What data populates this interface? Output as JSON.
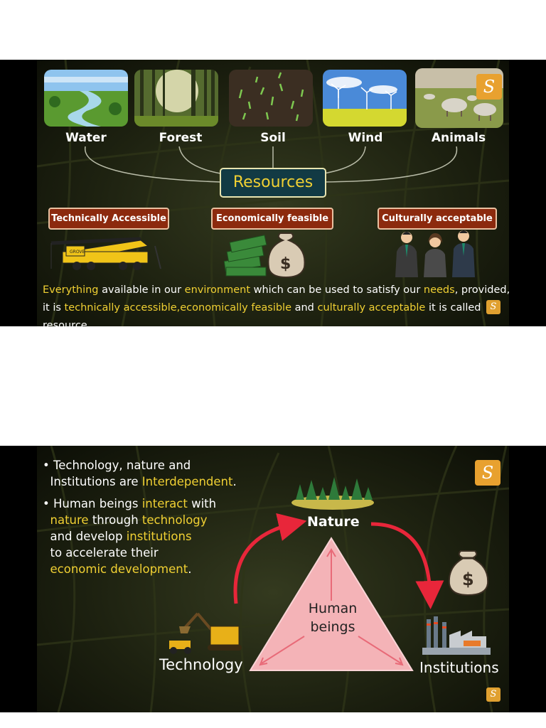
{
  "slide1": {
    "resources": [
      {
        "label": "Water",
        "icon": "river-photo"
      },
      {
        "label": "Forest",
        "icon": "forest-photo"
      },
      {
        "label": "Soil",
        "icon": "soil-photo"
      },
      {
        "label": "Wind",
        "icon": "wind-turbine-photo"
      },
      {
        "label": "Animals",
        "icon": "sheep-photo"
      }
    ],
    "center_label": "Resources",
    "criteria": [
      {
        "label": "Technically Accessible",
        "icon": "crane-icon"
      },
      {
        "label": "Economically feasible",
        "icon": "money-icon"
      },
      {
        "label": "Culturally acceptable",
        "icon": "people-icon"
      }
    ],
    "crane_text": "GROVE",
    "dollar_sign": "$",
    "description": {
      "line1": [
        {
          "text": "Everything",
          "hl": true
        },
        {
          "text": " available in our ",
          "hl": false
        },
        {
          "text": "environment",
          "hl": true
        },
        {
          "text": " which can be used to satisfy our ",
          "hl": false
        },
        {
          "text": "needs",
          "hl": true
        },
        {
          "text": ", provided,",
          "hl": false
        }
      ],
      "line2": [
        {
          "text": "it is ",
          "hl": false
        },
        {
          "text": "technically accessible,",
          "hl": true
        },
        {
          "text": "economically feasible",
          "hl": true
        },
        {
          "text": " and ",
          "hl": false
        },
        {
          "text": "culturally acceptable",
          "hl": true
        },
        {
          "text": " it is called resource.",
          "hl": false
        }
      ]
    },
    "logo_letter": "S"
  },
  "slide2": {
    "bullet1": [
      {
        "text": "• Technology, nature and",
        "hl": false
      },
      {
        "text": "\n  Institutions are ",
        "hl": false
      },
      {
        "text": "Interdependent",
        "hl": true
      },
      {
        "text": ".",
        "hl": false
      }
    ],
    "bullet2": [
      {
        "text": "• Human beings ",
        "hl": false
      },
      {
        "text": "interact",
        "hl": true
      },
      {
        "text": " with\n  ",
        "hl": false
      },
      {
        "text": "nature",
        "hl": true
      },
      {
        "text": " through ",
        "hl": false
      },
      {
        "text": "technology",
        "hl": true
      },
      {
        "text": "\n  and develop ",
        "hl": false
      },
      {
        "text": "institutions",
        "hl": true
      },
      {
        "text": "\n  to accelerate their\n  ",
        "hl": false
      },
      {
        "text": "economic development",
        "hl": true
      },
      {
        "text": ".",
        "hl": false
      }
    ],
    "nature_label": "Nature",
    "technology_label": "Technology",
    "institutions_label": "Institutions",
    "center_line1": "Human",
    "center_line2": "beings",
    "dollar_sign": "$",
    "logo_letter": "S",
    "colors": {
      "highlight": "#f0d033",
      "arrow": "#e8263a",
      "triangle": "#f4b3b7"
    }
  }
}
